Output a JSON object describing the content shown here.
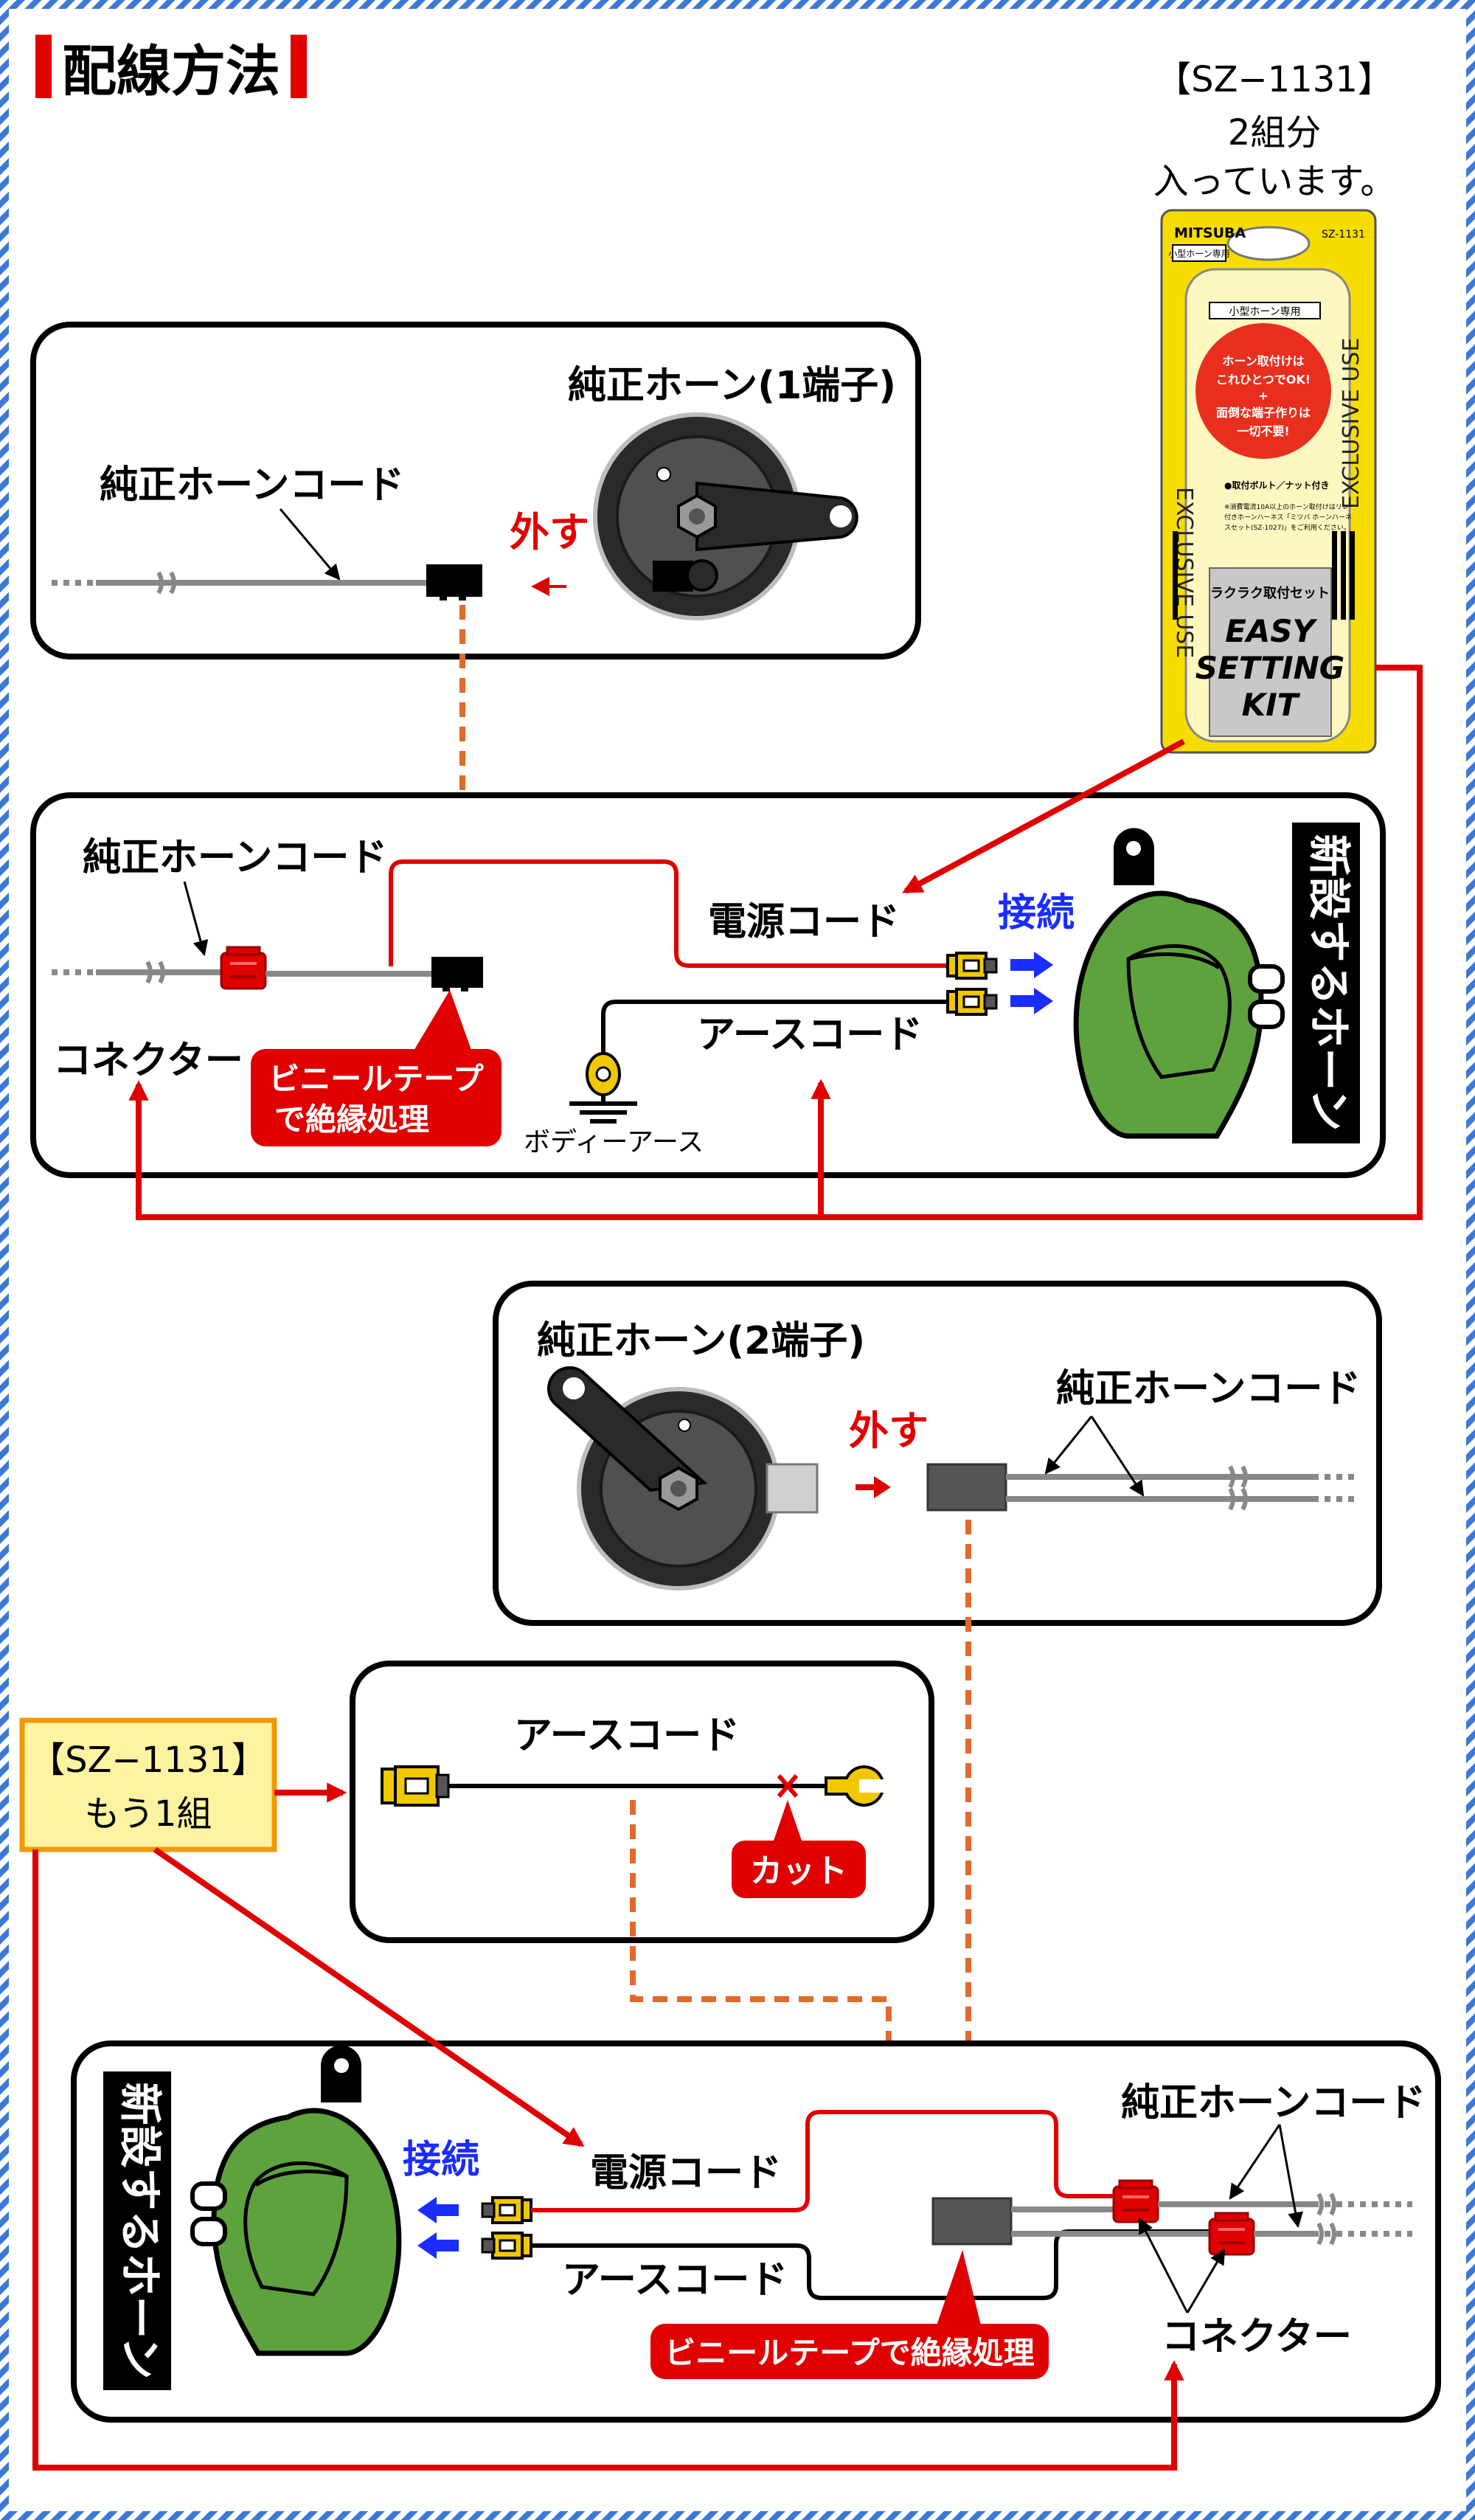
{
  "title": "配線方法",
  "kit": {
    "caption_model": "【SZ−1131】",
    "caption_qty": "2組分",
    "caption_contents": "入っています。",
    "brand": "MITSUBA",
    "model": "SZ-1131",
    "small_label": "小型ホーン専用",
    "label2": "小型ホーン専用",
    "bubble_lines": [
      "ホーン取付けは",
      "これひとつでOK!",
      "+",
      "面倒な端子作りは",
      "一切不要!"
    ],
    "bolt_note": "●取付ボルト／ナット付き",
    "fine_print": [
      "※消費電流10A以上のホーン取付けはリレー",
      "付きホーンハーネス「ミツバ ホーンハーネ",
      "スセット(SZ-1027)」をご利用ください。"
    ],
    "kit_name": "ラクラク取付セット",
    "easy": "EASY",
    "setting": "SETTING",
    "kit_word": "KIT",
    "side_text": "EXCLUSIVE USE"
  },
  "panel1": {
    "horn_title": "純正ホーン(1端子)",
    "cord_label": "純正ホーンコード",
    "remove_label": "外す"
  },
  "panel2": {
    "cord_label": "純正ホーンコード",
    "power_label": "電源コード",
    "connect_label": "接続",
    "earth_label": "アースコード",
    "connector_label": "コネクター",
    "tape_lines": [
      "ビニールテープ",
      "で絶縁処理"
    ],
    "body_earth_label": "ボディーアース",
    "new_horn_label": "新設するホーン"
  },
  "panel3": {
    "horn_title": "純正ホーン(2端子)",
    "cord_label": "純正ホーンコード",
    "remove_label": "外す"
  },
  "panel4": {
    "earth_label": "アースコード",
    "cut_label": "カット"
  },
  "set_badge": {
    "model": "【SZ−1131】",
    "more": "もう1組"
  },
  "panel5": {
    "new_horn_label": "新設するホーン",
    "connect_label": "接続",
    "power_label": "電源コード",
    "earth_label": "アースコード",
    "cord_label": "純正ホーンコード",
    "connector_label": "コネクター",
    "tape_label": "ビニールテープで絶縁処理"
  },
  "colors": {
    "red": "#e00000",
    "horn_green": "#5ea23d",
    "kit_yellow": "#f7dc00",
    "badge_yellow": "#fdf3a0",
    "badge_border": "#f09a00",
    "dash_orange": "#e06a2a",
    "blue_arrow": "#1a2cff",
    "border_blue": "#3c78d8"
  }
}
